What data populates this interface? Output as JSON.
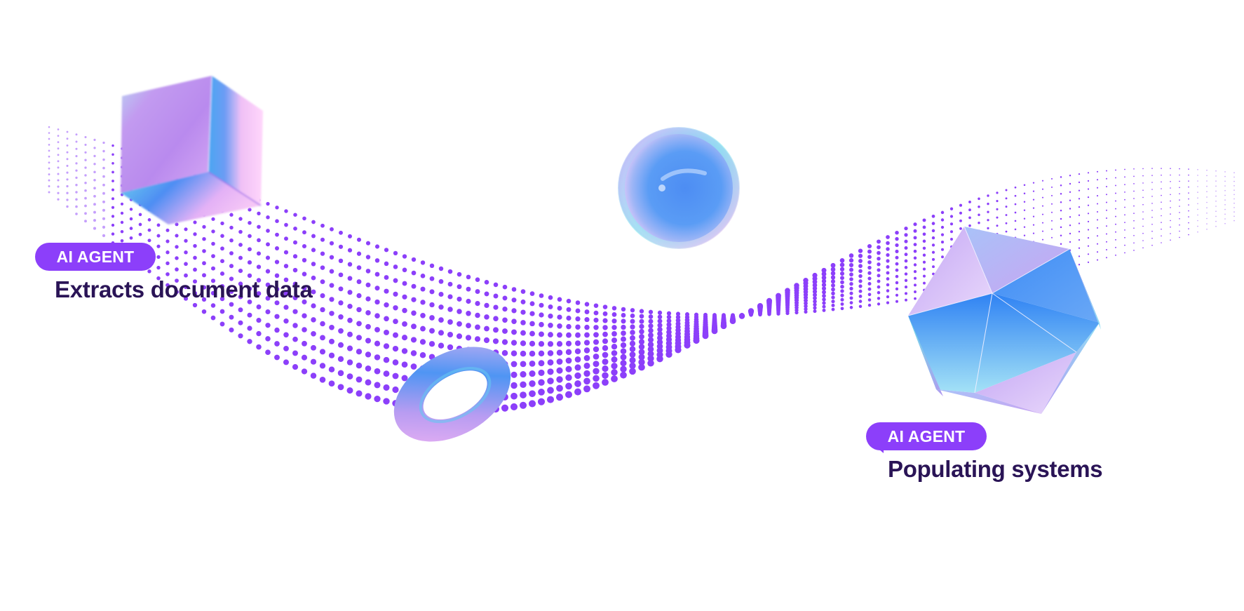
{
  "colors": {
    "background": "#ffffff",
    "accent_purple": "#8c3ffa",
    "caption_text": "#2a1456",
    "badge_text": "#ffffff",
    "glass_blue": "#4a8ef5",
    "glass_violet": "#b58cf0",
    "glass_pink": "#f6c8f7",
    "glass_cyan": "#7fe3f0"
  },
  "steps": [
    {
      "badge_label": "AI AGENT",
      "caption": "Extracts document data",
      "position": "left"
    },
    {
      "badge_label": "AI AGENT",
      "caption": "Populating systems",
      "position": "right"
    }
  ],
  "decorations": {
    "shapes": [
      "glass-cube",
      "glass-torus",
      "glass-sphere",
      "glass-icosahedron"
    ],
    "wave": {
      "description": "purple halftone dotted wave ribbon",
      "rows": 12,
      "color": "#8c3ffa"
    }
  }
}
